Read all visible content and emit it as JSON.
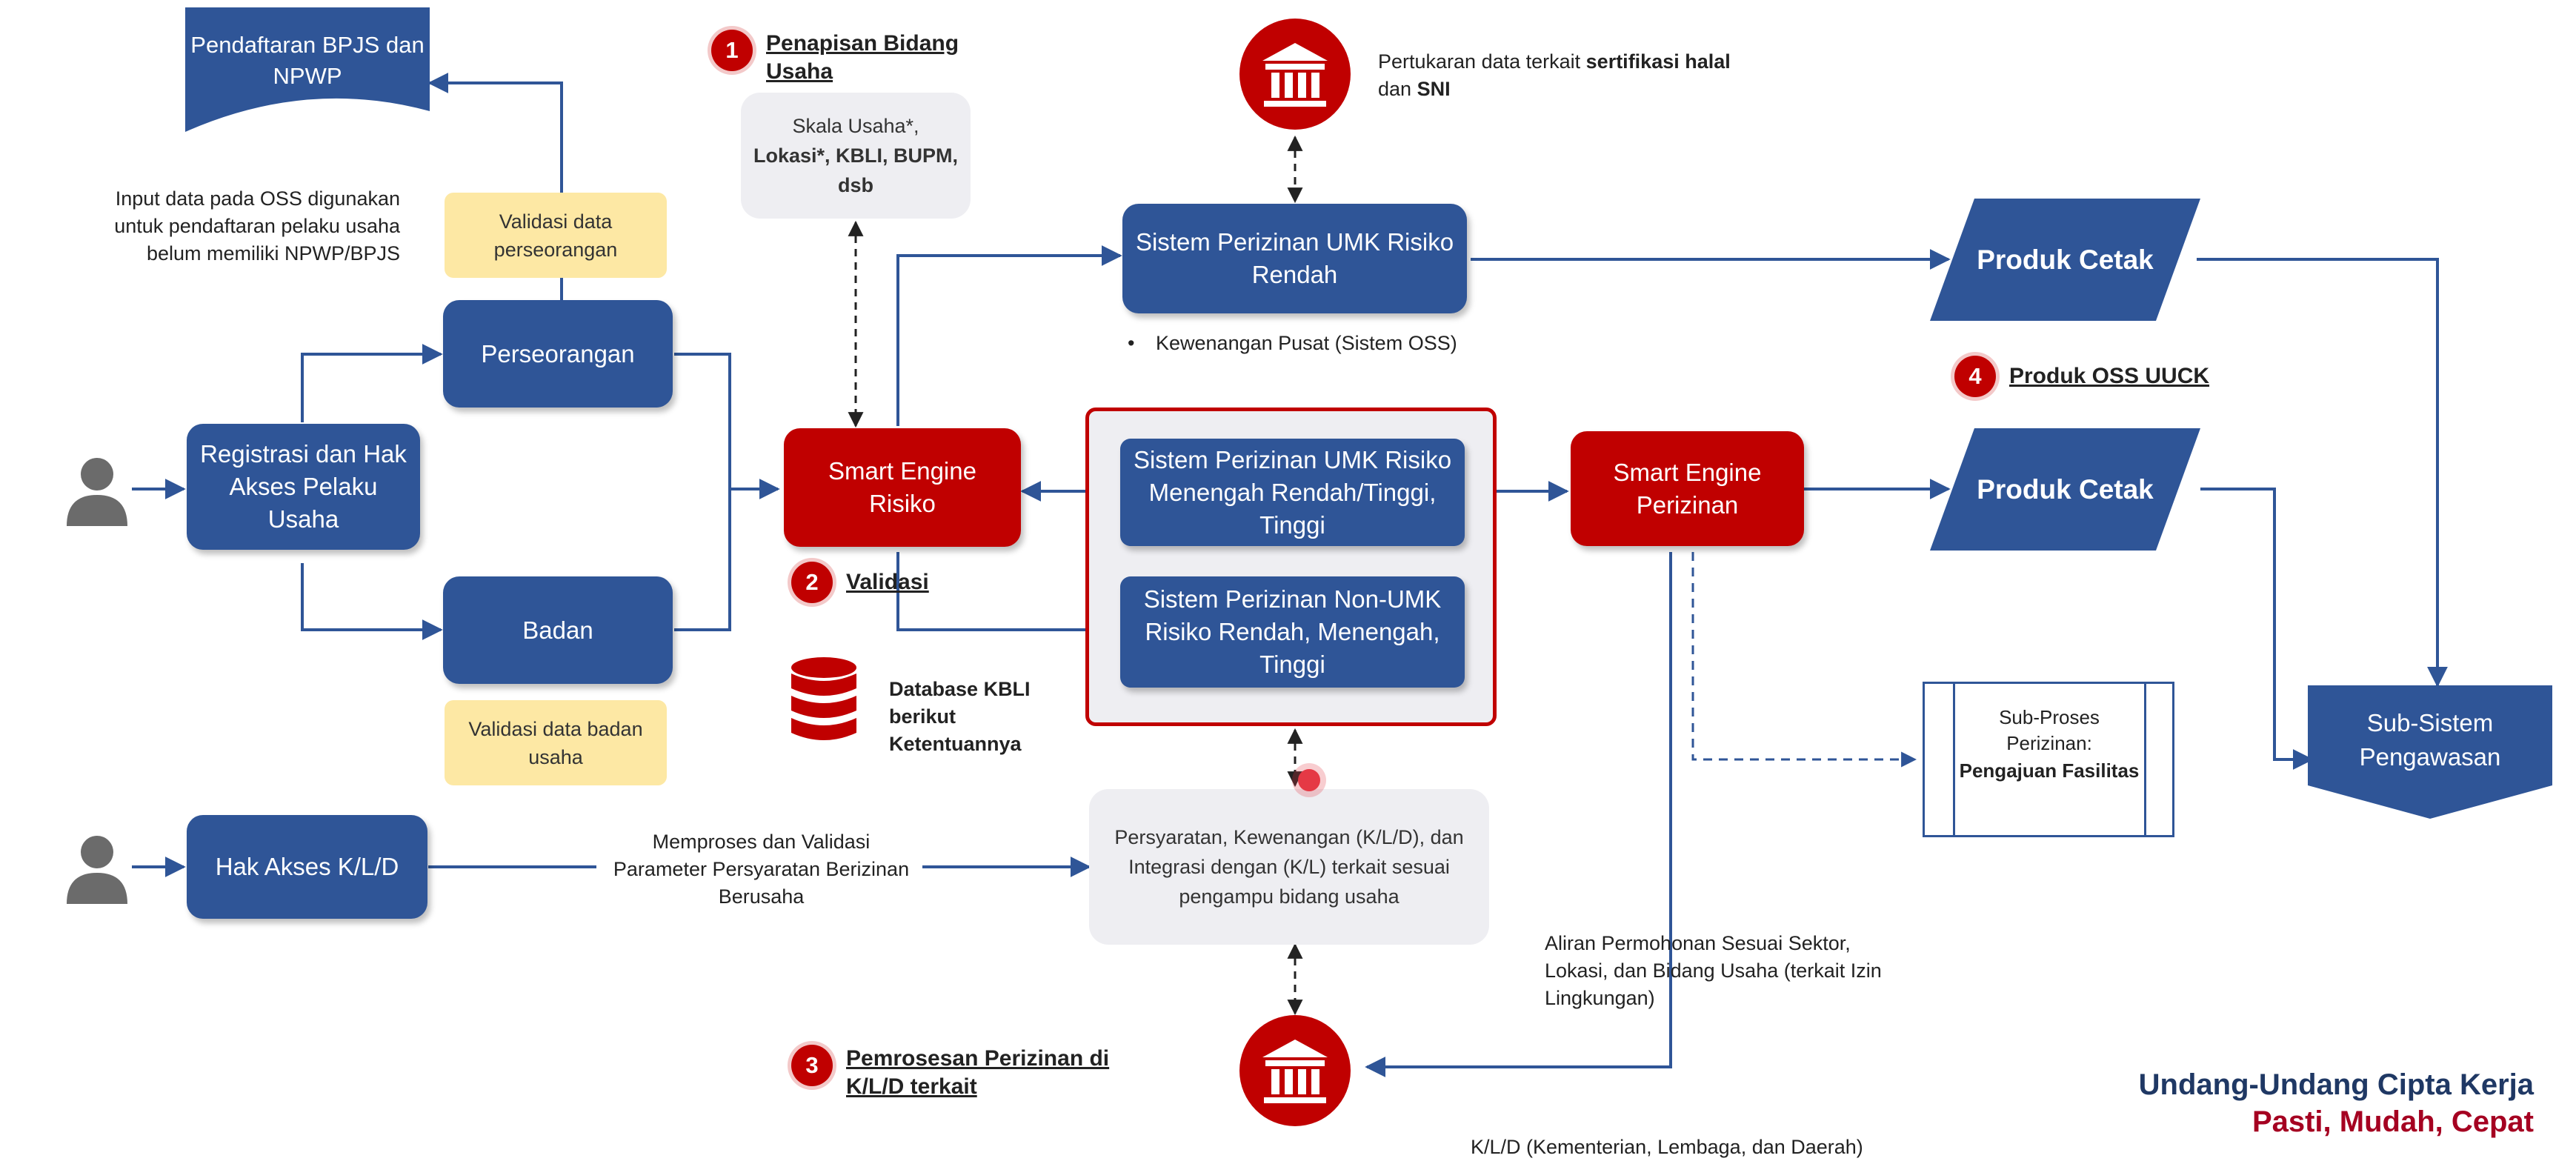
{
  "boxes": {
    "bpjs": "Pendaftaran BPJS dan NPWP",
    "registrasi": "Registrasi dan Hak Akses Pelaku Usaha",
    "perseorangan": "Perseorangan",
    "badan": "Badan",
    "hak_akses_kld": "Hak Akses K/L/D",
    "smart_engine_risiko": "Smart Engine Risiko",
    "umk_rendah": "Sistem Perizinan UMK Risiko Rendah",
    "umk_menengah": "Sistem Perizinan UMK Risiko Menengah Rendah/Tinggi, Tinggi",
    "non_umk": "Sistem Perizinan Non-UMK Risiko Rendah, Menengah, Tinggi",
    "smart_engine_perizinan": "Smart Engine Perizinan",
    "produk_cetak_1": "Produk Cetak",
    "produk_cetak_2": "Produk Cetak",
    "sub_sistem": "Sub-Sistem Pengawasan",
    "validasi_perseorangan": "Validasi data perseorangan",
    "validasi_badan": "Validasi data badan usaha"
  },
  "notes": {
    "input_data": "Input data pada OSS digunakan untuk pendaftaran pelaku usaha belum memiliki NPWP/BPJS",
    "skala_usaha": "Skala Usaha*,",
    "skala_bold": "Lokasi*, KBLI, BUPM, dsb",
    "pertukaran_a": "Pertukaran data terkait ",
    "pertukaran_b": "sertifikasi halal",
    "pertukaran_c": " dan ",
    "pertukaran_d": "SNI",
    "kewenangan": "Kewenangan Pusat (Sistem OSS)",
    "database": "Database KBLI berikut Ketentuannya",
    "memproses": "Memproses dan Validasi Parameter Persyaratan Berizinan Berusaha",
    "persyaratan": "Persyaratan, Kewenangan (K/L/D), dan Integrasi dengan (K/L) terkait sesuai pengampu bidang usaha",
    "aliran": "Aliran Permohonan Sesuai Sektor, Lokasi, dan Bidang Usaha (terkait Izin Lingkungan)",
    "sub_proses": "Sub-Proses Perizinan:",
    "sub_proses_bold": "Pengajuan Fasilitas",
    "kld": "K/L/D (Kementerian, Lembaga, dan Daerah)"
  },
  "steps": [
    {
      "num": "1",
      "label": "Penapisan Bidang Usaha"
    },
    {
      "num": "2",
      "label": "Validasi"
    },
    {
      "num": "3",
      "label": "Pemrosesan Perizinan di K/L/D terkait"
    },
    {
      "num": "4",
      "label": "Produk OSS UUCK"
    }
  ],
  "footer": {
    "line1": "Undang-Undang Cipta Kerja",
    "line2": "Pasti, Mudah, Cepat"
  },
  "colors": {
    "blue": "#2f5597",
    "red": "#c00000",
    "yellow": "#fde8a4",
    "grey": "#eeeef2",
    "footer_blue": "#1f3864",
    "footer_red": "#a50021"
  }
}
